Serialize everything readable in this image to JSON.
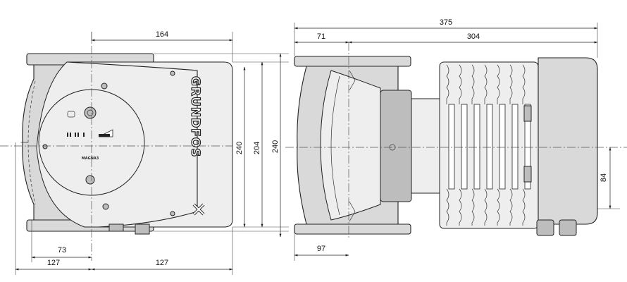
{
  "drawing": {
    "brand_text": "GRUNDFOS",
    "badge_text": "MAGNA3",
    "dimensions": {
      "side_top_width": "164",
      "side_height_inner": "240",
      "side_height_mid": "204",
      "side_height_outer": "240",
      "side_bottom_73": "73",
      "side_bottom_127_left": "127",
      "side_bottom_127_right": "127",
      "front_total_length": "375",
      "front_left_71": "71",
      "front_right_304": "304",
      "front_bottom_97": "97",
      "front_right_84": "84"
    }
  }
}
